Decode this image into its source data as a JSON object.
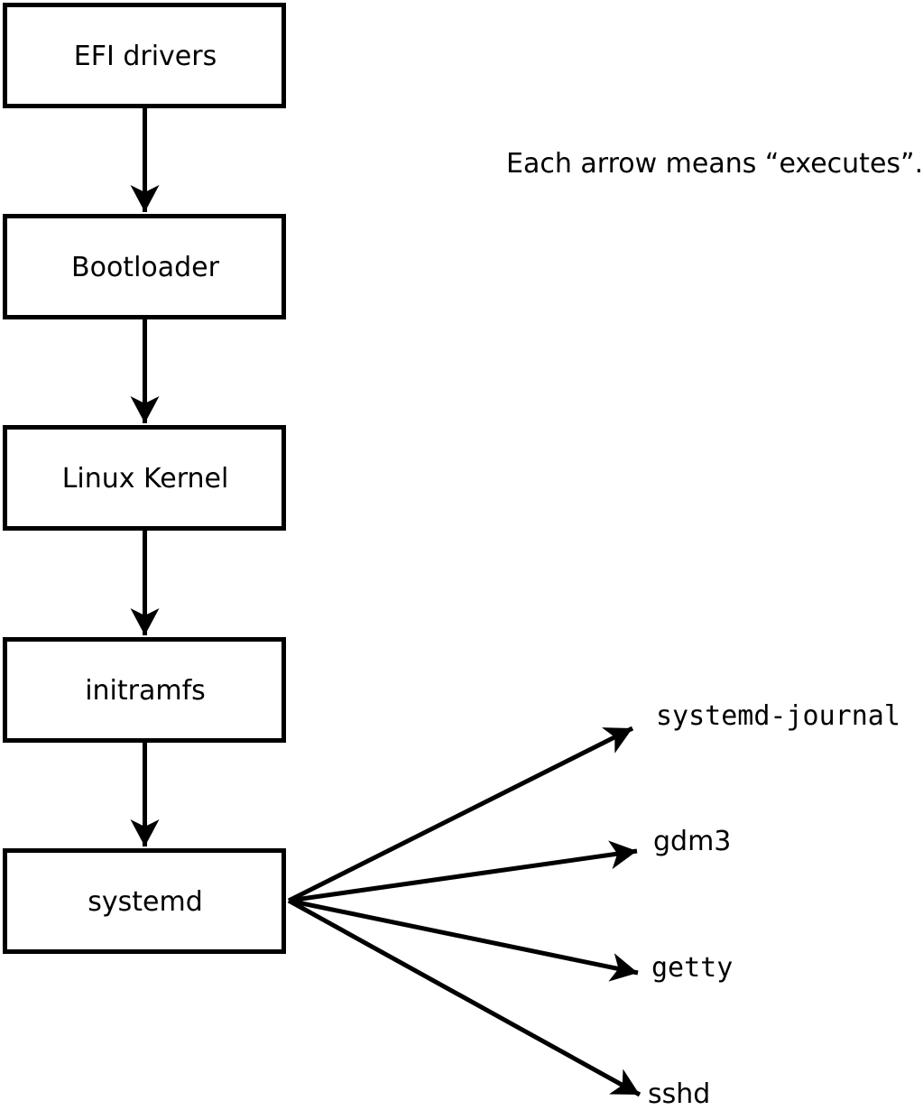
{
  "diagram": {
    "note": "Each arrow means “executes”.",
    "boxes": [
      {
        "label": "EFI drivers"
      },
      {
        "label": "Bootloader"
      },
      {
        "label": "Linux Kernel"
      },
      {
        "label": "initramfs"
      },
      {
        "label": "systemd"
      }
    ],
    "targets": [
      {
        "label": "systemd-journal"
      },
      {
        "label": "gdm3"
      },
      {
        "label": "getty"
      },
      {
        "label": "sshd"
      }
    ],
    "colors": {
      "stroke": "#000000",
      "text": "#000000",
      "background": "#ffffff",
      "box_fill": "#ffffff"
    }
  }
}
